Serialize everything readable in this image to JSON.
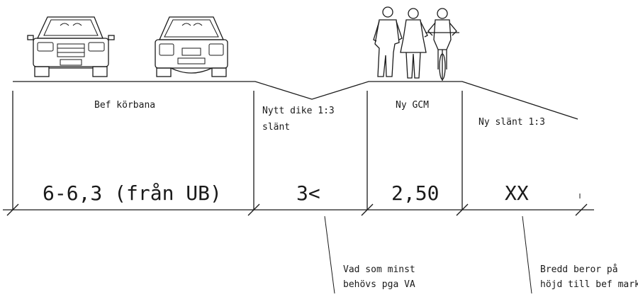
{
  "drawing": {
    "sections": [
      {
        "id": "road",
        "label": "Bef körbana",
        "dimension": "6-6,3 (från UB)"
      },
      {
        "id": "ditch",
        "label_line1": "Nytt dike 1:3",
        "label_line2": "slänt",
        "dimension": "3<"
      },
      {
        "id": "gcm",
        "label": "Ny GCM",
        "dimension": "2,50"
      },
      {
        "id": "slope",
        "label": "Ny slänt 1:3",
        "dimension": "XX"
      }
    ],
    "notes": {
      "ditch_line1": "Vad som minst",
      "ditch_line2": "behövs  pga VA",
      "slope_line1": "Bredd beror på",
      "slope_line2": "höjd till bef mark"
    },
    "figures": {
      "car_front": "car-front-icon",
      "car_rear": "car-rear-icon",
      "pedestrian_man": "pedestrian-icon",
      "pedestrian_woman": "pedestrian-icon",
      "cyclist": "cyclist-icon"
    },
    "colors": {
      "line": "#1a1a1a",
      "background": "#ffffff"
    }
  }
}
